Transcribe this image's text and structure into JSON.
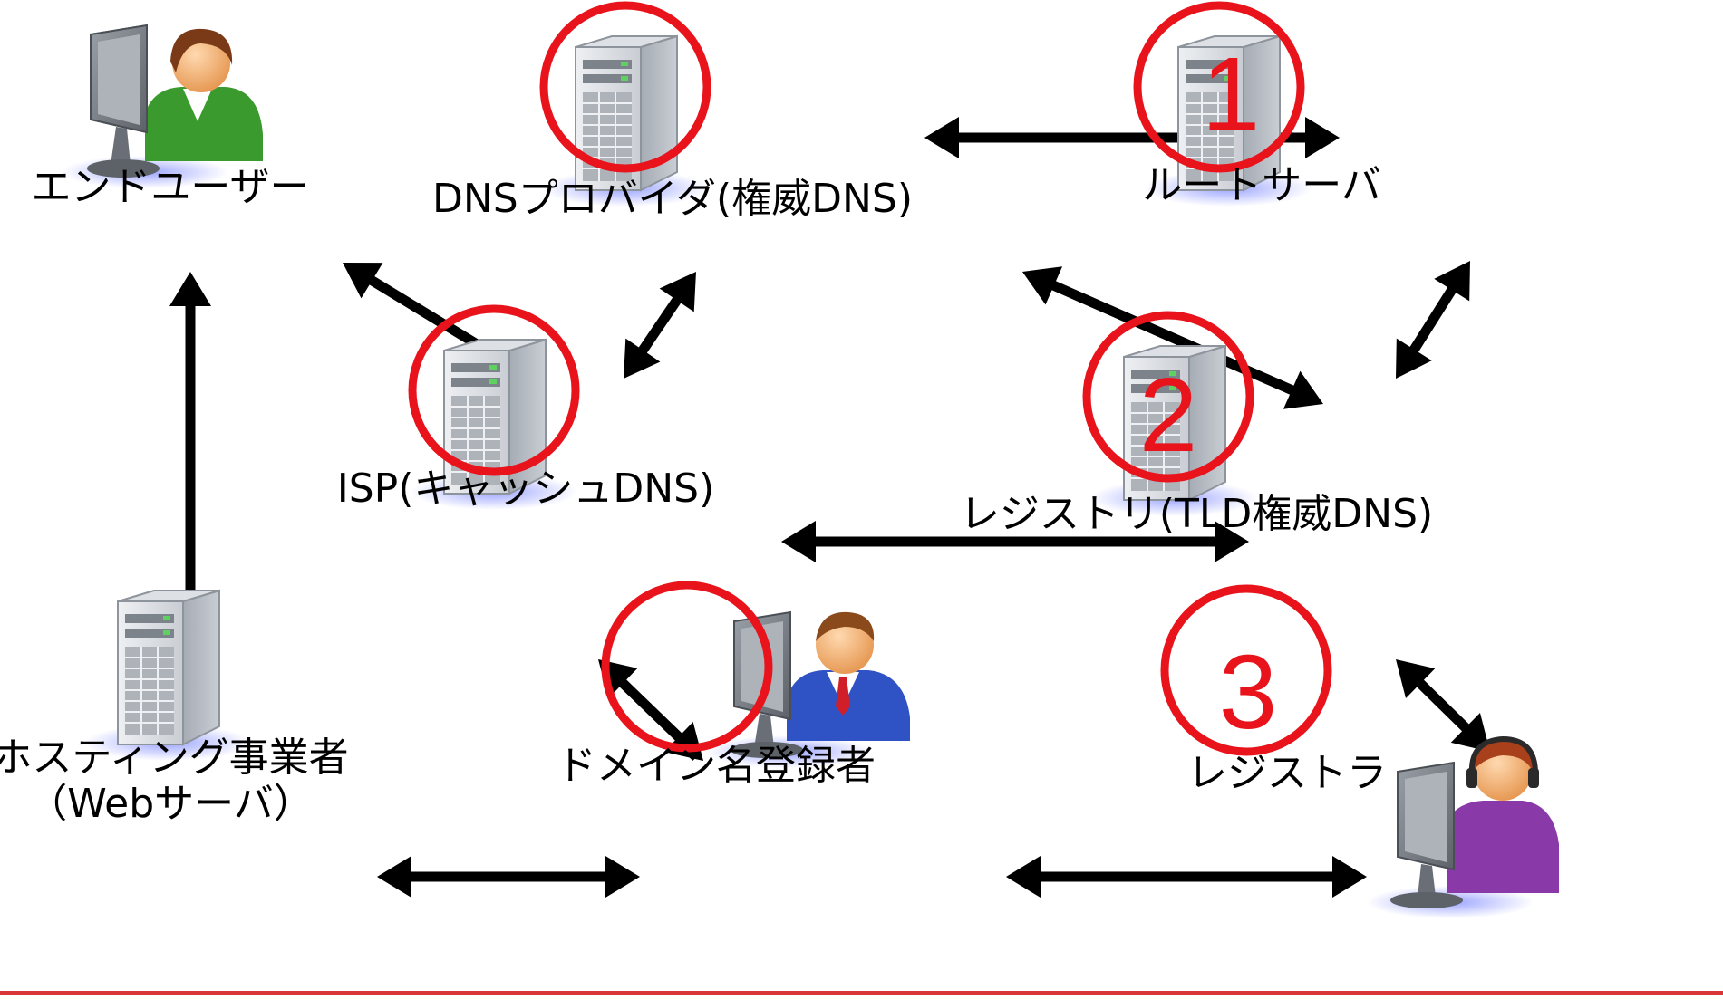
{
  "colors": {
    "highlight_ring": "#e8131b",
    "arrow": "#000000",
    "server_body": "#b8bdc4",
    "user_green": "#3a9a2e",
    "user_blue": "#2f53c4",
    "user_purple": "#8a3aa8",
    "bottom_rule": "#d9363a"
  },
  "nodes": {
    "end_user": {
      "label": "エンドユーザー",
      "icon": "user-at-computer-icon"
    },
    "dns_provider": {
      "label": "DNSプロバイダ(権威DNS)",
      "icon": "server-icon"
    },
    "root_server": {
      "label": "ルートサーバ",
      "icon": "server-icon",
      "marker": "1"
    },
    "isp": {
      "label": "ISP(キャッシュDNS)",
      "icon": "server-icon"
    },
    "registry": {
      "label": "レジストリ(TLD権威DNS)",
      "icon": "server-icon",
      "marker": "2"
    },
    "hosting": {
      "label_line1": "ホスティング事業者",
      "label_line2": "（Webサーバ）",
      "icon": "server-icon"
    },
    "registrant": {
      "label": "ドメイン名登録者",
      "icon": "businessman-at-computer-icon"
    },
    "registrar": {
      "label": "レジストラ",
      "icon": "support-agent-at-computer-icon",
      "marker": "3"
    }
  },
  "edges": [
    [
      "dns_provider",
      "root_server"
    ],
    [
      "end_user",
      "isp"
    ],
    [
      "dns_provider",
      "isp"
    ],
    [
      "dns_provider",
      "registry"
    ],
    [
      "root_server",
      "registry"
    ],
    [
      "end_user",
      "hosting"
    ],
    [
      "isp",
      "registry"
    ],
    [
      "isp",
      "registrant"
    ],
    [
      "registry",
      "registrar"
    ],
    [
      "hosting",
      "registrant"
    ],
    [
      "registrant",
      "registrar"
    ]
  ],
  "highlighted": [
    "dns_provider",
    "root_server",
    "isp",
    "registry",
    "registrant",
    "registrar"
  ]
}
